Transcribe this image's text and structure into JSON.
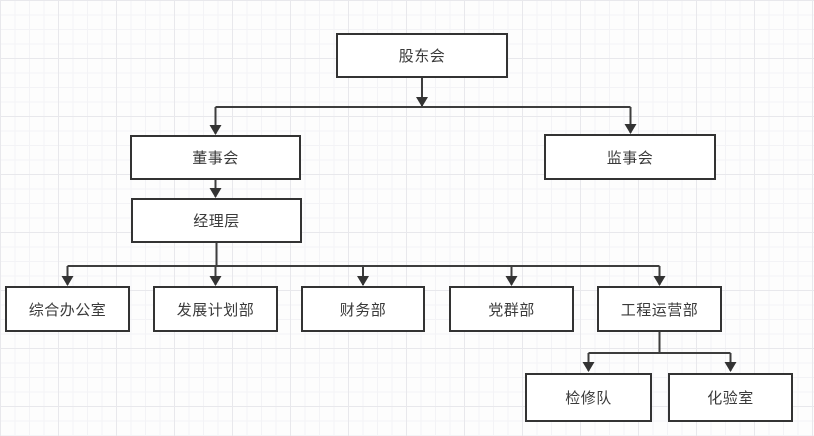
{
  "diagram": {
    "type": "org-chart",
    "nodes": [
      {
        "id": "shareholders-meeting",
        "label": "股东会",
        "level": 1
      },
      {
        "id": "board-of-directors",
        "label": "董事会",
        "level": 2
      },
      {
        "id": "supervisory-board",
        "label": "监事会",
        "level": 2
      },
      {
        "id": "management-level",
        "label": "经理层",
        "level": 3
      },
      {
        "id": "general-office",
        "label": "综合办公室",
        "level": 4
      },
      {
        "id": "development-planning-dept",
        "label": "发展计划部",
        "level": 4
      },
      {
        "id": "finance-dept",
        "label": "财务部",
        "level": 4
      },
      {
        "id": "party-masses-dept",
        "label": "党群部",
        "level": 4
      },
      {
        "id": "engineering-operations-dept",
        "label": "工程运营部",
        "level": 4
      },
      {
        "id": "maintenance-team",
        "label": "检修队",
        "level": 5
      },
      {
        "id": "laboratory",
        "label": "化验室",
        "level": 5
      }
    ],
    "edges": [
      {
        "from": "股东会",
        "to": "董事会"
      },
      {
        "from": "股东会",
        "to": "监事会"
      },
      {
        "from": "董事会",
        "to": "经理层"
      },
      {
        "from": "经理层",
        "to": "综合办公室"
      },
      {
        "from": "经理层",
        "to": "发展计划部"
      },
      {
        "from": "经理层",
        "to": "财务部"
      },
      {
        "from": "经理层",
        "to": "党群部"
      },
      {
        "from": "经理层",
        "to": "工程运营部"
      },
      {
        "from": "工程运营部",
        "to": "检修队"
      },
      {
        "from": "工程运营部",
        "to": "化验室"
      }
    ]
  },
  "colors": {
    "canvas_bg": "#fdfdfd",
    "grid_minor": "#f3f3f6",
    "grid_major": "#e8e8ec",
    "node_fill": "#ffffff",
    "node_border": "#333333",
    "connector": "#3d3d3d",
    "arrowhead": "#333333",
    "text": "#3a3a3a"
  }
}
